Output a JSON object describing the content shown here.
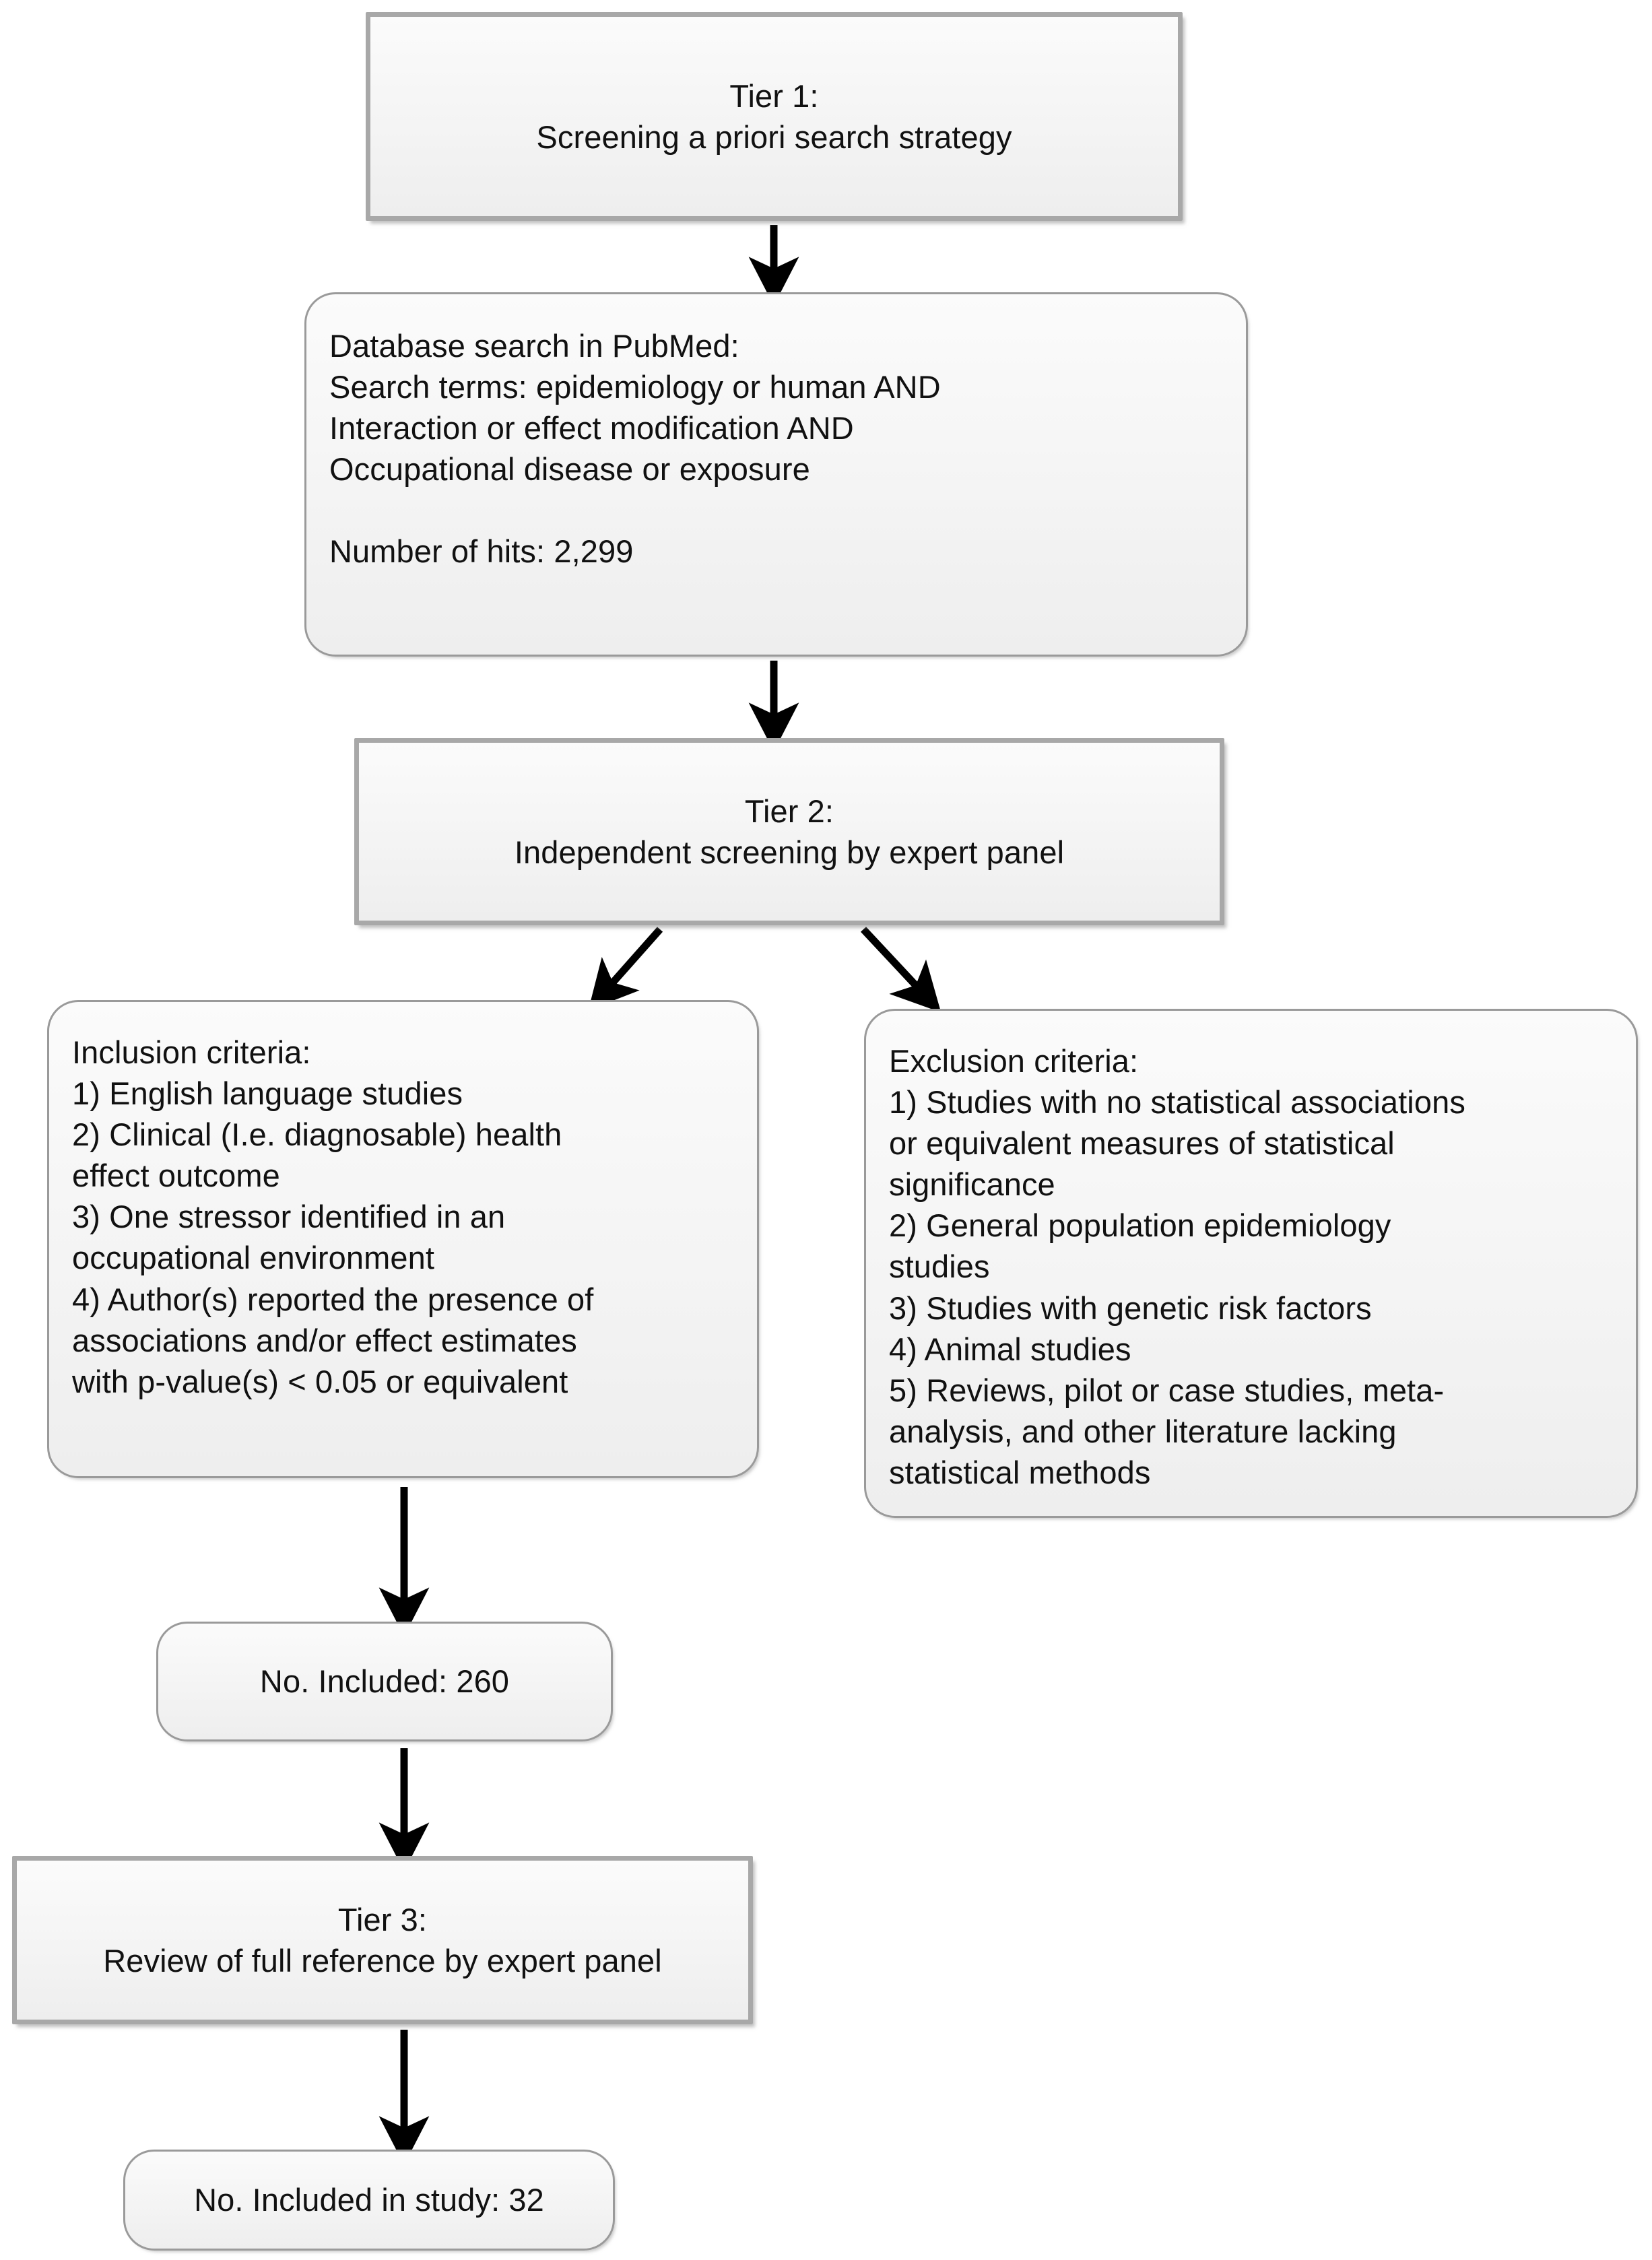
{
  "diagram": {
    "title": "Literature screening flowchart",
    "type": "flowchart",
    "colors": {
      "node_fill": "#f4f4f4",
      "tier_border": "#a8a8a8",
      "rounded_border": "#9a9a9a",
      "text": "#111111",
      "arrow": "#000000",
      "background": "#ffffff"
    }
  },
  "nodes": {
    "tier1": {
      "line1": "Tier 1:",
      "line2": "Screening a priori search strategy"
    },
    "pubmed": {
      "line1": "Database search in PubMed:",
      "line2": "Search terms: epidemiology or human AND",
      "line3": "Interaction or effect modification AND",
      "line4": "Occupational disease or exposure",
      "line5": "Number of hits: 2,299",
      "hits": "2,299"
    },
    "tier2": {
      "line1": "Tier 2:",
      "line2": "Independent screening by expert panel"
    },
    "inclusion": {
      "heading": "Inclusion criteria:",
      "line1": "1) English language studies",
      "line2": "2) Clinical (I.e. diagnosable) health",
      "line3": "effect outcome",
      "line4": "3) One stressor identified in an",
      "line5": "occupational environment",
      "line6": "4) Author(s) reported the presence of",
      "line7": "associations and/or effect estimates",
      "line8": "with p-value(s) < 0.05 or equivalent"
    },
    "exclusion": {
      "heading": "Exclusion criteria:",
      "line1": "1) Studies with no statistical associations",
      "line2": "or equivalent measures of statistical",
      "line3": "significance",
      "line4": "2) General population epidemiology",
      "line5": "studies",
      "line6": "3) Studies with genetic risk factors",
      "line7": "4) Animal studies",
      "line8": "5) Reviews, pilot or case studies, meta-",
      "line9": "analysis, and other literature lacking",
      "line10": "statistical methods"
    },
    "included260": {
      "label": "No. Included: 260",
      "count": "260"
    },
    "tier3": {
      "line1": "Tier 3:",
      "line2": "Review of full reference by expert panel"
    },
    "instudy32": {
      "label": "No. Included in study: 32",
      "count": "32"
    }
  },
  "connectors": [
    {
      "name": "tier1-to-pubmed",
      "from": "tier1",
      "to": "pubmed",
      "style": "vertical-arrow"
    },
    {
      "name": "pubmed-to-tier2",
      "from": "pubmed",
      "to": "tier2",
      "style": "vertical-arrow"
    },
    {
      "name": "tier2-to-inclusion",
      "from": "tier2",
      "to": "inclusion",
      "style": "diagonal-arrow-left"
    },
    {
      "name": "tier2-to-exclusion",
      "from": "tier2",
      "to": "exclusion",
      "style": "diagonal-arrow-right"
    },
    {
      "name": "inclusion-to-included260",
      "from": "inclusion",
      "to": "included260",
      "style": "vertical-arrow"
    },
    {
      "name": "included260-to-tier3",
      "from": "included260",
      "to": "tier3",
      "style": "vertical-arrow"
    },
    {
      "name": "tier3-to-instudy32",
      "from": "tier3",
      "to": "instudy32",
      "style": "vertical-arrow"
    }
  ]
}
